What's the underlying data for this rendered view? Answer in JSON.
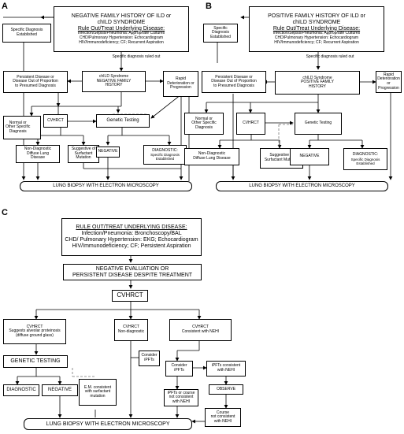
{
  "panels": {
    "a": {
      "label": "A",
      "top_lines": [
        "NEGATIVE FAMILY HISTORY OF ILD or",
        "chILD SYNDROME"
      ],
      "rule_heading": "Rule Out/Treat Underlying Disease:",
      "rule_lines": [
        "Infection/Sepsis/Pneumonia: Appropriate Cultures",
        "CHD/Pulmonary Hypertension: Echocardiogram",
        "HIV/Immunodeficiency; CF; Recurrent Aspiration"
      ],
      "specific_established": "Specific Diagnosis\nEstablished",
      "ruled_out": "Specific diagnosis ruled out",
      "persistent": "Persistent Disease or\nDisease Out of Proportion\nto Presumed Diagnosis",
      "child": "chILD Syndrome\nNEGATIVE FAMILY\nHISTORY",
      "rapid": "Rapid\nDeterioration or\nProgression",
      "normal": "Normal or\nOther Specific\nDiagnosis",
      "cvhrct": "CVHRCT",
      "genetic": "Genetic Testing",
      "nondiag": "Non-Diagnostic\nDiffuse Lung\nDisease",
      "suggestive": "Suggestive of\nSurfactant\nMutation",
      "negative": "NEGATIVE",
      "diagnostic": "DIAGNOSTIC:",
      "diagnostic_sub": "Specific Diagnosis\nEstablished",
      "biopsy": "LUNG BIOPSY WITH ELECTRON MICROSCOPY"
    },
    "b": {
      "label": "B",
      "top_lines": [
        "POSITIVE FAMILY HISTORY OF ILD or",
        "chILD SYNDROME"
      ],
      "rule_heading": "Rule Out/Treat Underlying Disease:",
      "rule_lines": [
        "Infection/Sepsis/Pneumonia: Appropriate Cultures",
        "CHD/Pulmonary Hypertension: Echocardiogram",
        "HIV/Immunodeficiency; CF; Recurrent Aspiration"
      ],
      "specific_established": "Specific\nDiagnosis\nEstablished",
      "ruled_out": "Specific diagnosis ruled out",
      "persistent": "Persistent Disease or\nDisease Out of Proportion\nto Presumed Diagnosis",
      "child": "chILD Syndrome\nPOSITIVE FAMILY\nHISTORY",
      "rapid": "Rapid Deterioration\nor\nProgression",
      "normal": "Normal or\nOther Specific\nDiagnosis",
      "cvhrct": "CVHRCT",
      "genetic": "Genetic Testing",
      "nondiag": "Non-Diagnostic\nDiffuse Lung Disease",
      "suggestive": "Suggestive of\nSurfactant Mutation",
      "negative": "NEGATIVE",
      "diagnostic": "DIAGNOSTIC:",
      "diagnostic_sub": "Specific Diagnosis\nEstablished",
      "biopsy": "LUNG BIOPSY WITH ELECTRON MICROSCOPY"
    },
    "c": {
      "label": "C",
      "rule_heading": "RULE OUT/TREAT UNDERLYING DISEASE:",
      "rule_lines": [
        "Infection/Pneumonia: Bronchoscopy/BAL",
        "CHD/ Pulmonary Hypertension: EKG; Echocardiogram",
        "HIV/Immunodeficiency; CF; Persistent Aspiration"
      ],
      "negative_eval": "NEGATIVE EVALUATION OR\nPERSISTENT DISEASE DESPITE TREATMENT",
      "cvhrct": "CVHRCT",
      "alveolar": "CVHRCT\nSuggests alveolar proteinosis\n(diffuse ground glass)",
      "nondiag": "CVHRCT\nNon-diagnostic",
      "nehi": "CVHRCT\nConsistent with NEHI",
      "genetic": "GENETIC TESTING",
      "diagnostic": "DIAGNOSTIC",
      "negative": "NEGATIVE",
      "em": "E.M. consistent\nwith surfactant\nmutation",
      "consider1": "Consider\niPFTs",
      "consider2": "Consider\niPFTs",
      "ipfts_consistent": "iPFTs consistent\nwith NEHI",
      "ipfts_course": "iPFTs or course\nnot consistent\nwith NEHI",
      "observe": "OBSERVE",
      "course": "Course\nnot consistent\nwith NEHI",
      "biopsy": "LUNG BIOPSY WITH ELECTRON MICROSCOPY"
    }
  }
}
